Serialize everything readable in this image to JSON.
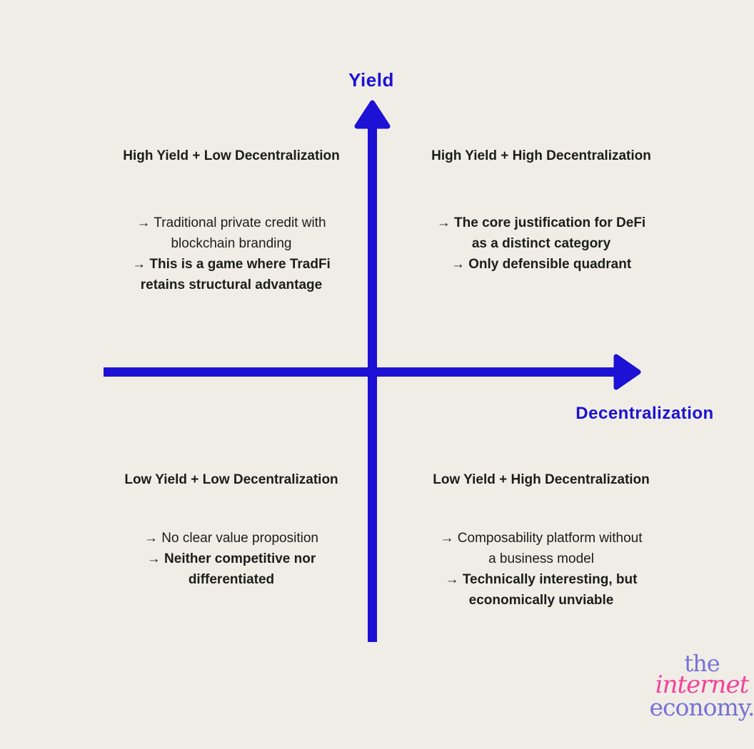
{
  "colors": {
    "background": "#f0ede6",
    "axis_blue": "#1c11d4",
    "text_black": "#1c1c1c",
    "logo_purple": "#7672d6",
    "logo_pink": "#f4419d"
  },
  "axes": {
    "y_label": "Yield",
    "x_label": "Decentralization"
  },
  "quadrants": {
    "top_left": {
      "title": "High Yield + Low Decentralization",
      "point1": "→ Traditional private credit with\nblockchain branding",
      "point2": "→ This is a game where TradFi\nretains structural advantage"
    },
    "top_right": {
      "title": "High Yield + High Decentralization",
      "point1": "→ The core justification for DeFi\nas a distinct category",
      "point2": "→ Only defensible quadrant"
    },
    "bottom_left": {
      "title": "Low Yield + Low Decentralization",
      "point1": "→ No clear value proposition",
      "point2": "→ Neither competitive nor\ndifferentiated"
    },
    "bottom_right": {
      "title": "Low Yield + High Decentralization",
      "point1": "→ Composability platform without\na business model",
      "point2": "→ Technically interesting, but\neconomically unviable"
    }
  },
  "logo": {
    "line1": "the",
    "line2": "internet",
    "line3": "economy."
  }
}
